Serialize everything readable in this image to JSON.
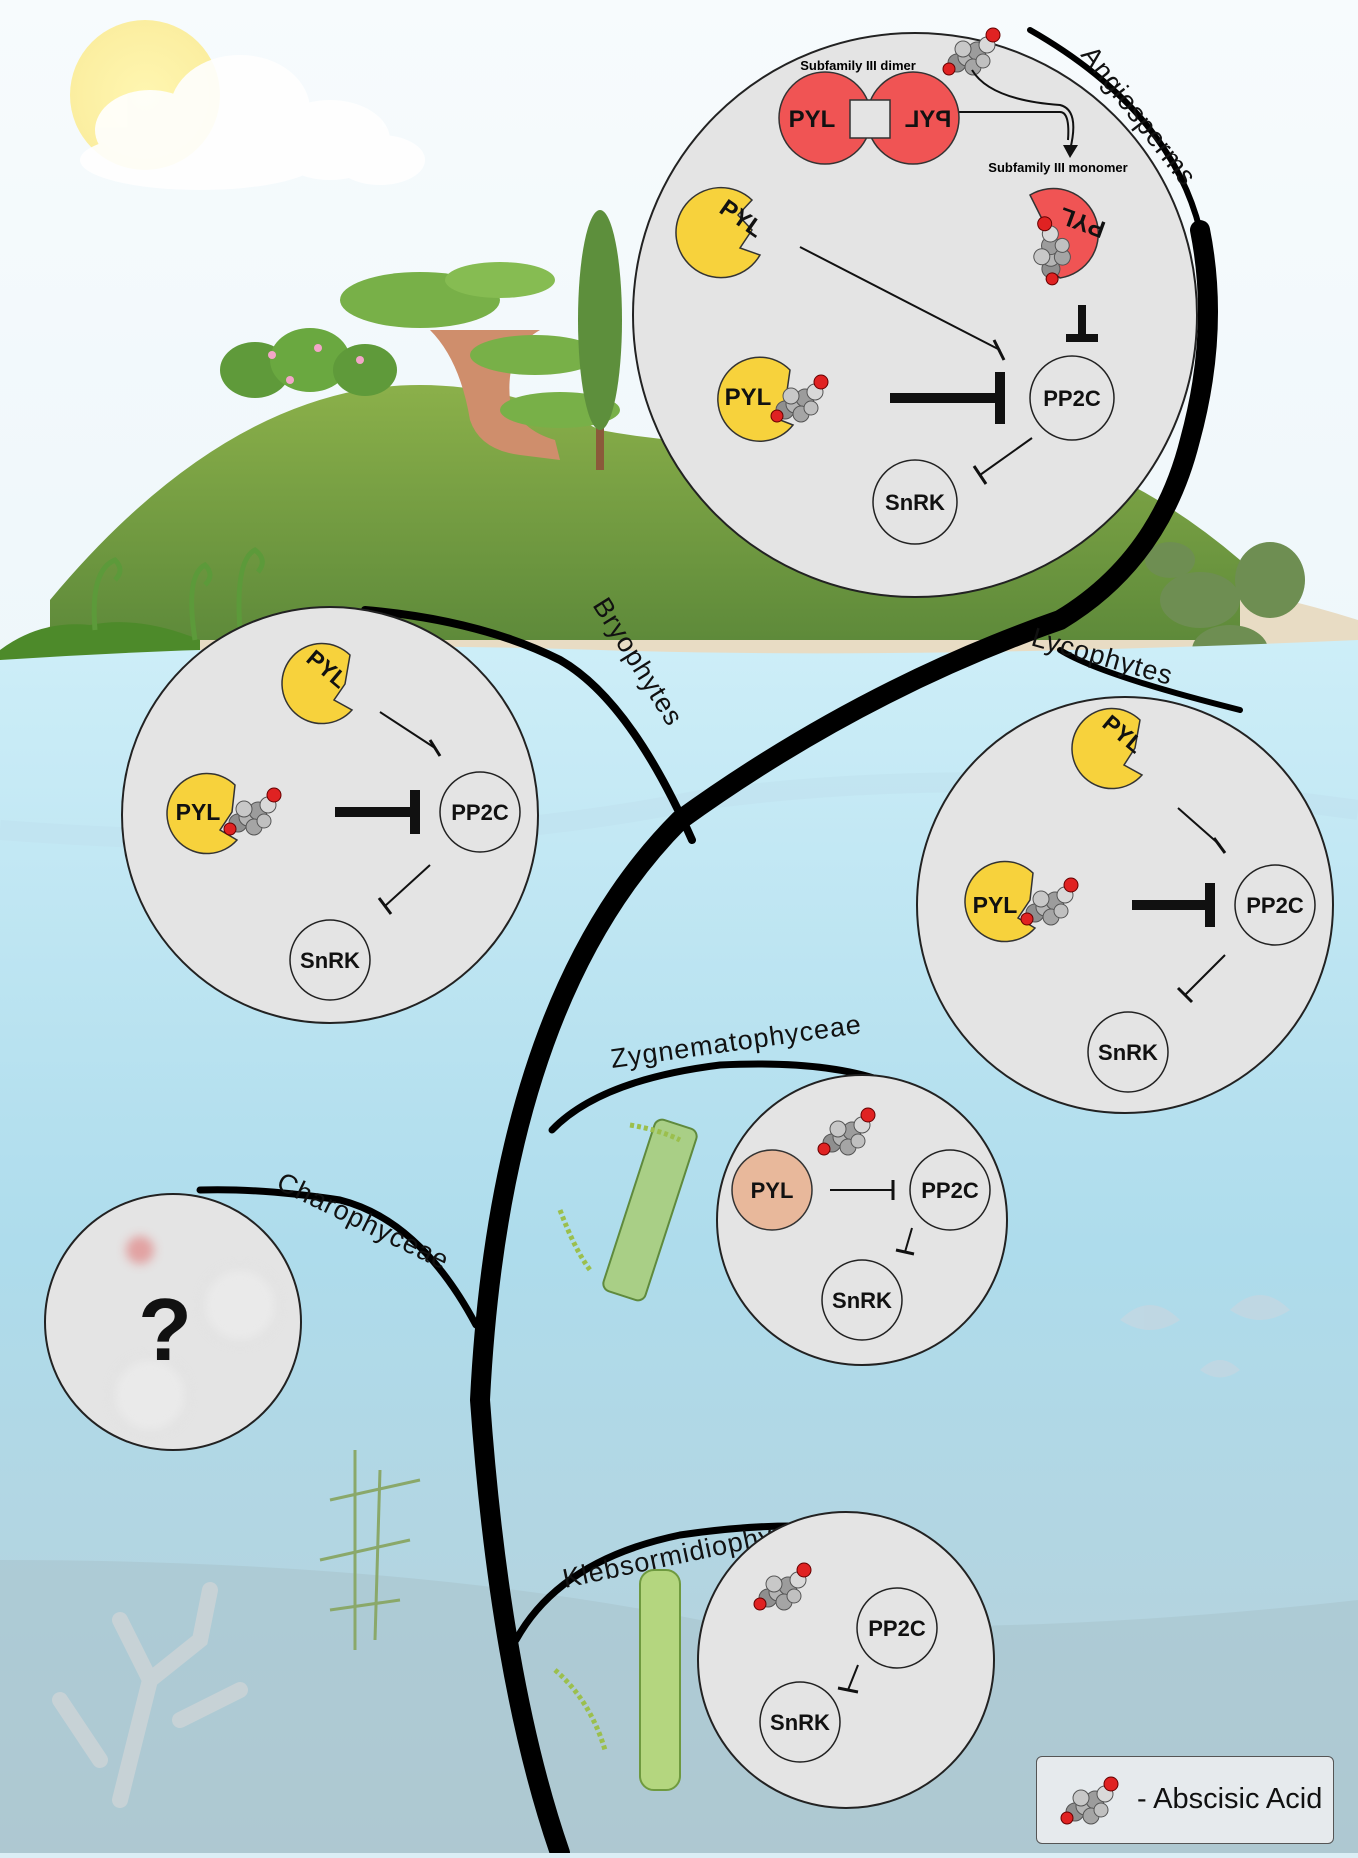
{
  "clades": {
    "angiosperms": "Angiosperms",
    "bryophytes": "Bryophytes",
    "lycophytes": "Lycophytes",
    "zygnematophyceae": "Zygnematophyceae",
    "charophyceae": "Charophyceae",
    "klebsormidiophyceae": "Klebsormidiophyceae"
  },
  "nodes": {
    "pyl": "PYL",
    "pp2c": "PP2C",
    "snrk": "SnRK",
    "unknown": "?"
  },
  "angiosperm_panel": {
    "dimer_label": "Subfamily III dimer",
    "monomer_label": "Subfamily III monomer"
  },
  "legend": {
    "text": "- Abscisic Acid"
  },
  "colors": {
    "pyl_yellow": "#f7d23c",
    "pyl_red": "#f05454",
    "pyl_tan": "#e8b89b",
    "panel_gray": "#e4e4e4",
    "branch": "#000000"
  }
}
